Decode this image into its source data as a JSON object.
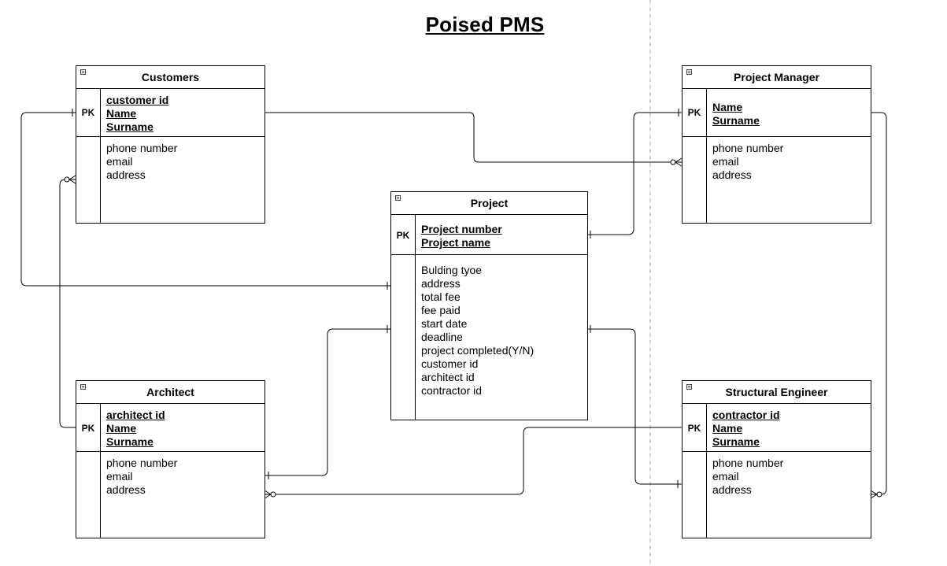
{
  "title": "Poised PMS",
  "pk_label": "PK",
  "entities": {
    "customers": {
      "name": "Customers",
      "keys": [
        "customer id",
        "Name",
        "Surname"
      ],
      "attributes": [
        "phone number",
        "email",
        "address"
      ]
    },
    "project_manager": {
      "name": "Project Manager",
      "keys": [
        "Name",
        "Surname"
      ],
      "attributes": [
        "phone number",
        "email",
        "address"
      ]
    },
    "project": {
      "name": "Project",
      "keys": [
        "Project number",
        "Project name"
      ],
      "attributes": [
        "Bulding tyoe",
        "address",
        "total fee",
        "fee paid",
        "start date",
        "deadline",
        "project completed(Y/N)",
        "customer id",
        "architect id",
        "contractor id"
      ]
    },
    "architect": {
      "name": "Architect",
      "keys": [
        "architect id",
        "Name",
        "Surname"
      ],
      "attributes": [
        "phone number",
        "email",
        "address"
      ]
    },
    "structural_engineer": {
      "name": "Structural Engineer",
      "keys": [
        "contractor id",
        "Name",
        "Surname"
      ],
      "attributes": [
        "phone number",
        "email",
        "address"
      ]
    }
  },
  "relationships": [
    {
      "from": "Customers",
      "to": "Project Manager",
      "from_end": "none",
      "to_end": "zero-or-many"
    },
    {
      "from": "Customers",
      "to": "Project",
      "from_end": "one",
      "to_end": "one"
    },
    {
      "from": "Project Manager",
      "to": "Project",
      "from_end": "one",
      "to_end": "one"
    },
    {
      "from": "Architect",
      "to": "Customers",
      "from_end": "none",
      "to_end": "zero-or-many"
    },
    {
      "from": "Architect",
      "to": "Project",
      "from_end": "one",
      "to_end": "one"
    },
    {
      "from": "Structural Engineer",
      "to": "Architect",
      "from_end": "none",
      "to_end": "zero-or-many"
    },
    {
      "from": "Project",
      "to": "Structural Engineer",
      "from_end": "one",
      "to_end": "one"
    },
    {
      "from": "Project Manager",
      "to": "Structural Engineer",
      "from_end": "none",
      "to_end": "zero-or-many"
    }
  ],
  "colors": {
    "line": "#000000",
    "separator": "#c8c8c8"
  }
}
